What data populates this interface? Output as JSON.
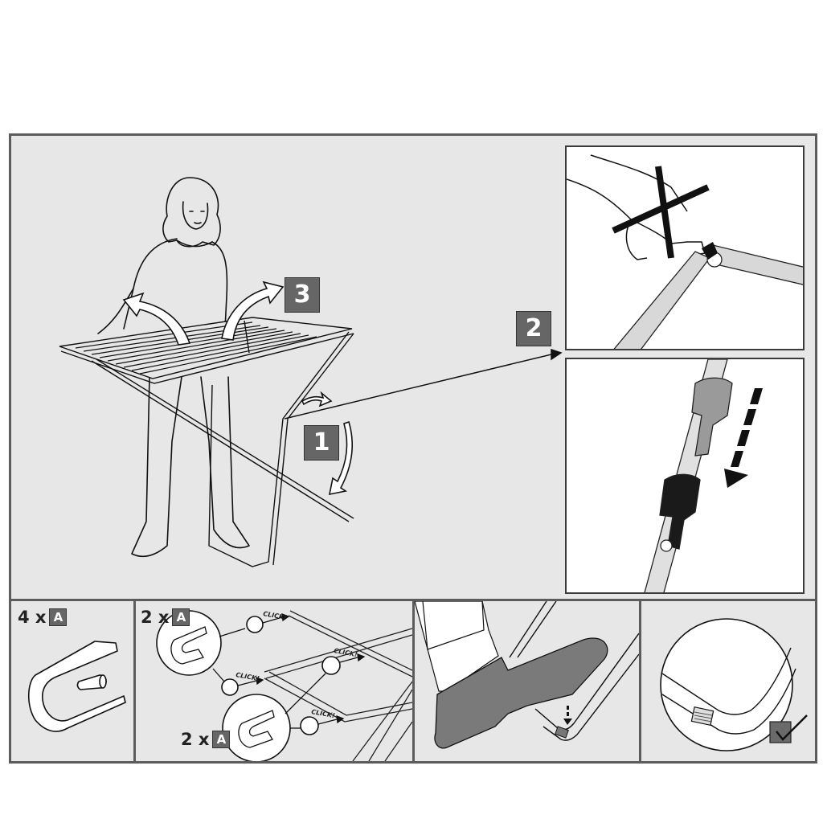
{
  "diagram": {
    "type": "assembly-instructions",
    "subject": "drying rack unfolding and clip assembly",
    "colors": {
      "frame_border": "#5c5c5c",
      "panel_background": "#e7e7e8",
      "inset_background": "#ffffff",
      "step_badge": "#666666",
      "step_badge_text": "#ffffff",
      "shoe": "#7a7a7a",
      "clamp_dark": "#222222",
      "clamp_gray": "#9a9a9a"
    },
    "main_panel": {
      "steps": [
        {
          "label": "1",
          "caption": "rotate leg downward"
        },
        {
          "label": "2",
          "caption": "check leg joint detail"
        },
        {
          "label": "3",
          "caption": "lift wing panels up"
        }
      ],
      "insets": [
        {
          "name": "joint-warning",
          "description": "do not put finger in hinge",
          "symbol": "X"
        },
        {
          "name": "slide-lock",
          "description": "slide locking sleeve down",
          "symbol": "dashed-arrow-down"
        }
      ]
    },
    "bottom_panels": [
      {
        "name": "clip-part",
        "quantity": "4 x",
        "part": "A"
      },
      {
        "name": "clip-installation",
        "groups": [
          {
            "quantity": "2 x",
            "part": "A"
          },
          {
            "quantity": "2 x",
            "part": "A"
          }
        ],
        "click_labels": [
          "CLICK!",
          "CLICK!",
          "CLICK!",
          "CLICK!"
        ]
      },
      {
        "name": "foot-press",
        "description": "press foot down to set leg"
      },
      {
        "name": "result-check",
        "description": "clip seated correctly",
        "check": "✓"
      }
    ]
  }
}
